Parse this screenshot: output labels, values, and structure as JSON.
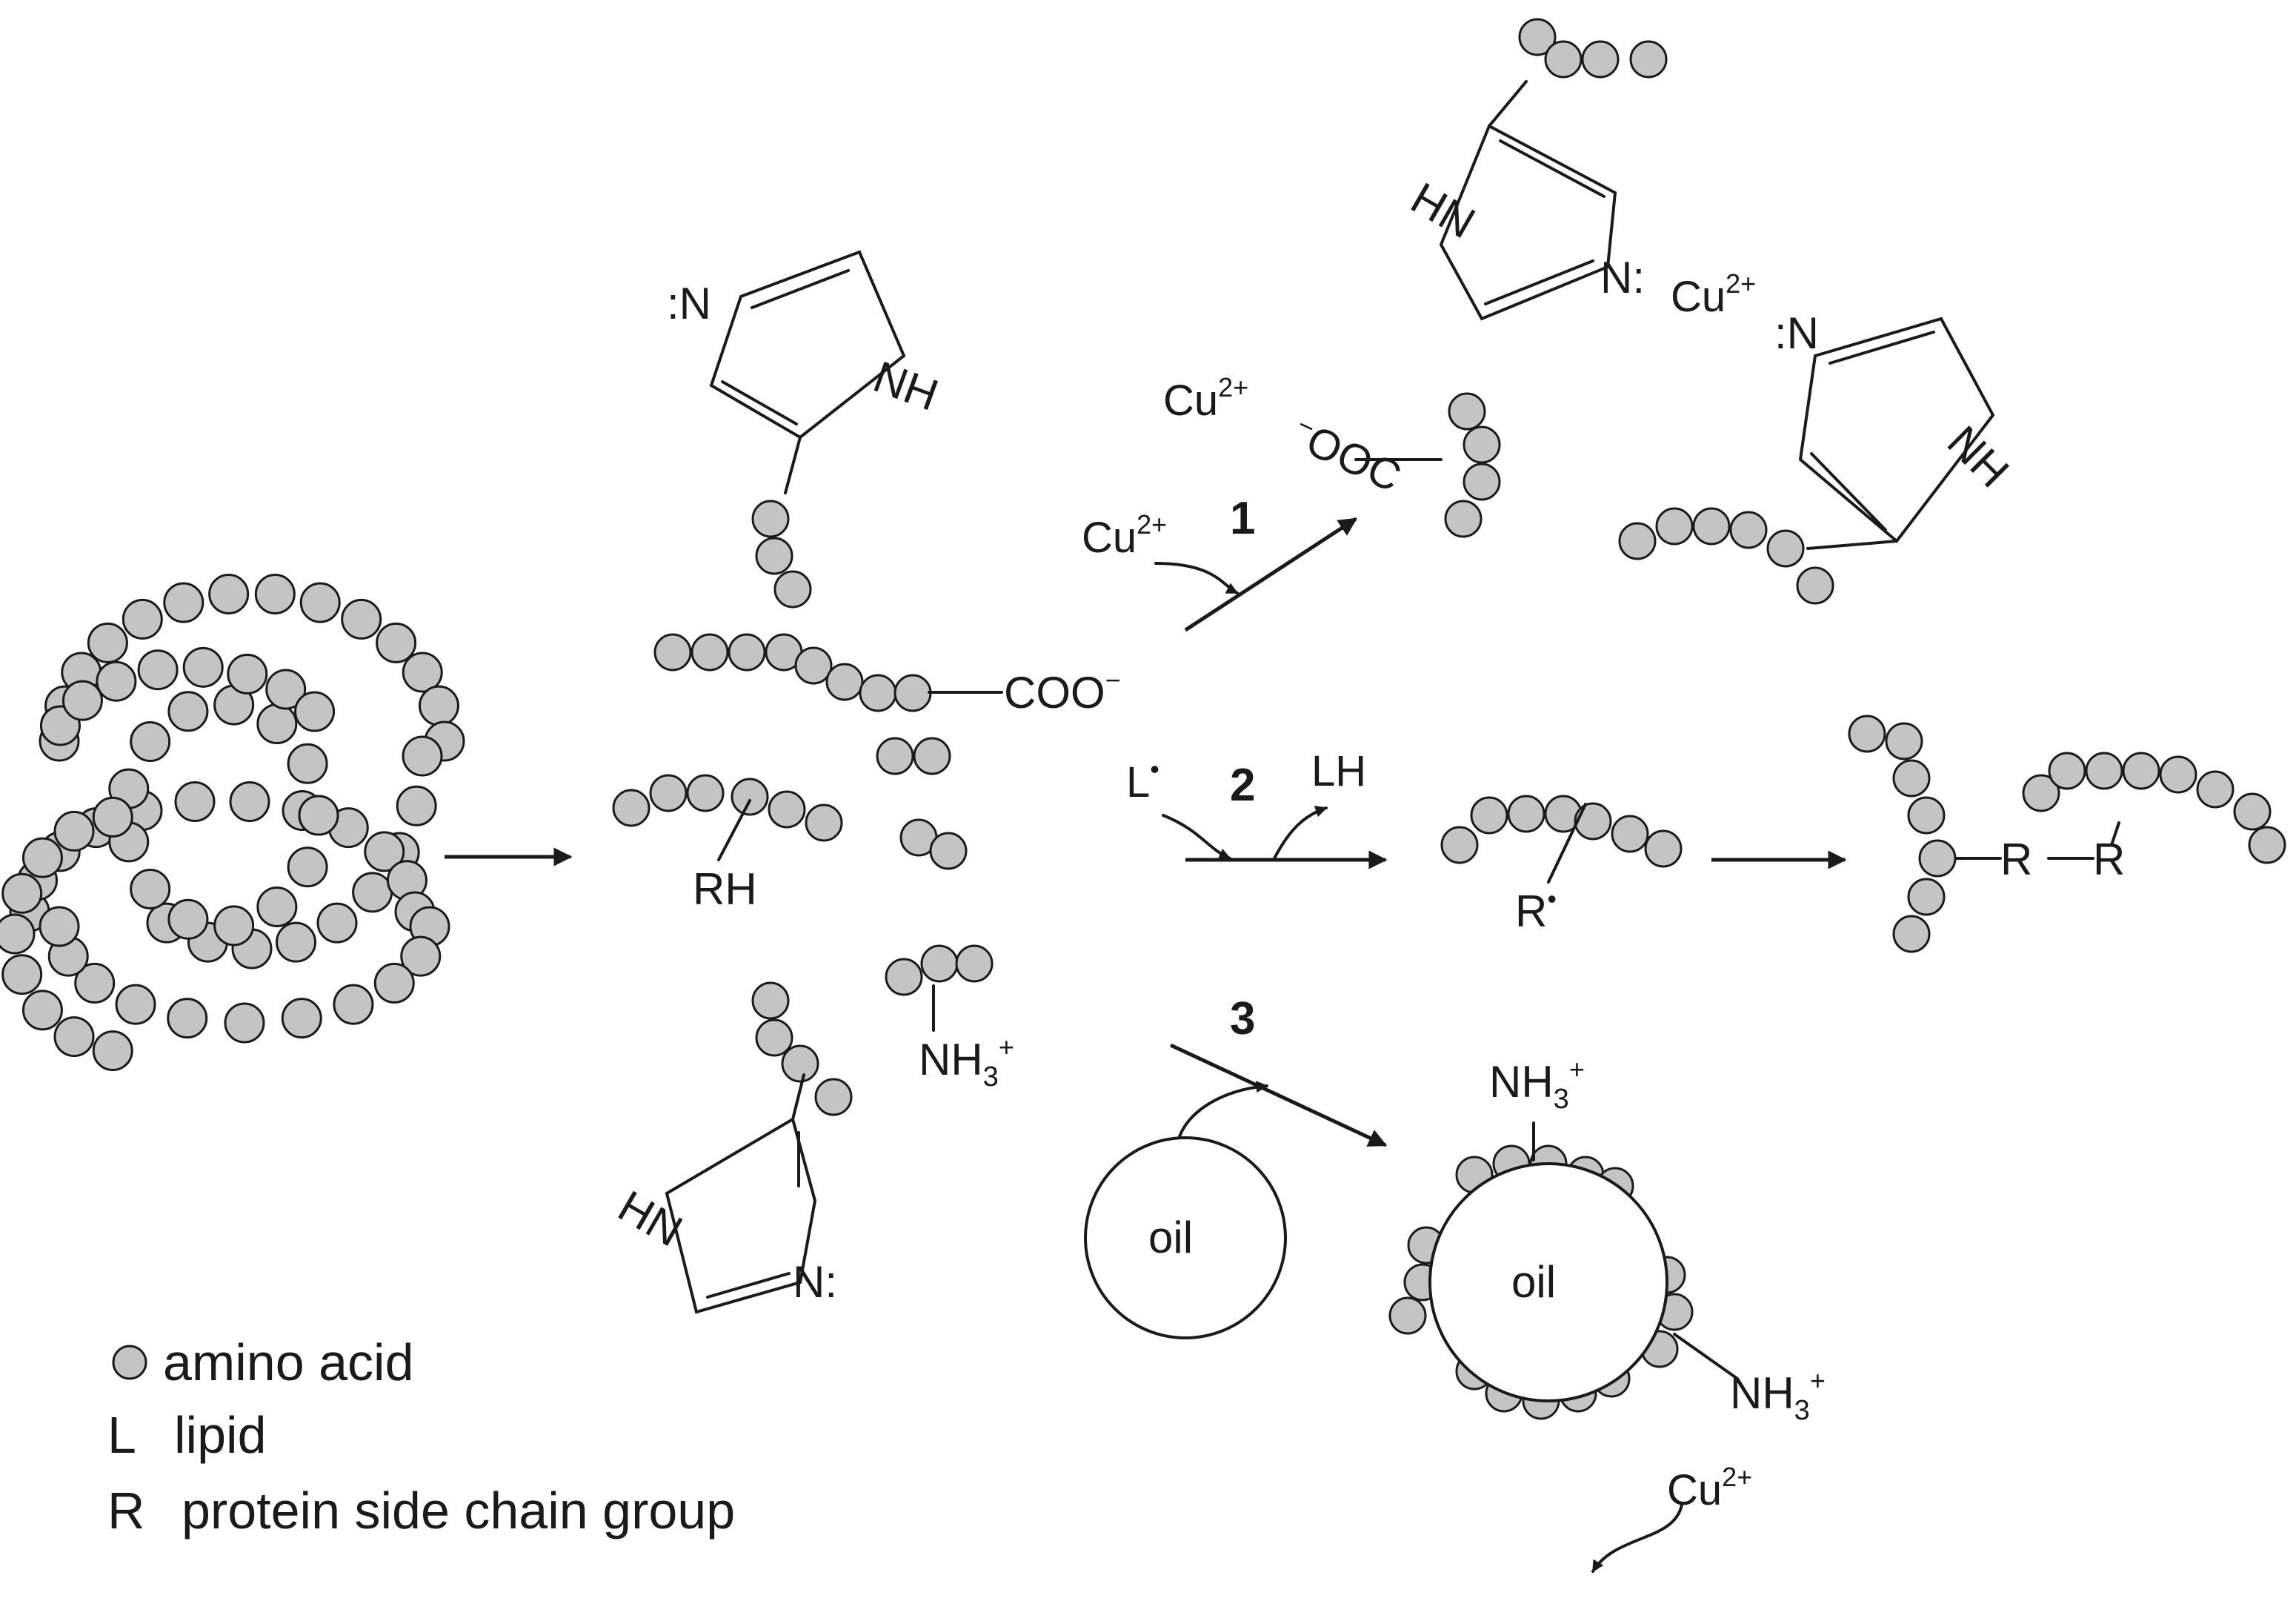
{
  "colors": {
    "amino_acid_fill": "#c4c4c4",
    "line": "#1a1a1a",
    "background": "#ffffff"
  },
  "legend": {
    "amino_acid": "amino acid",
    "lipid_symbol": "L",
    "lipid": "lipid",
    "side_chain_symbol": "R",
    "side_chain": "protein side chain group"
  },
  "reactions": {
    "r1_number": "1",
    "r2_number": "2",
    "r3_number": "3"
  },
  "labels": {
    "cu": "Cu",
    "cu_charge": "2+",
    "coo": "COO",
    "minus": "−",
    "ooc": "OOC",
    "rh": "RH",
    "l_rad": "L",
    "dot": "•",
    "lh": "LH",
    "r_rad": "R",
    "r": "R",
    "nh": "NH",
    "hn": "HN",
    "n_colon": "N:",
    "colon_n": ":N",
    "nh3": "NH",
    "nh3_sub": "3",
    "plus": "+",
    "oil": "oil"
  }
}
